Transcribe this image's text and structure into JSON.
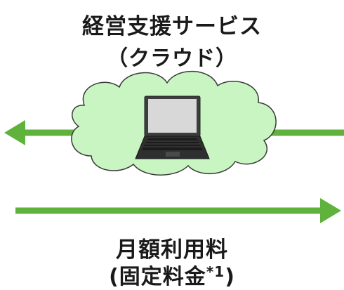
{
  "service": {
    "title": "経営支援サービス",
    "subtitle": "（クラウド）"
  },
  "fee": {
    "title": "月額利用料",
    "subtitle_open": "(固定料金",
    "subtitle_sup": "*1",
    "subtitle_close": ")"
  },
  "colors": {
    "arrow": "#5fb33d",
    "cloud_fill": "#c8f5c1",
    "cloud_stroke": "#3a3a3a",
    "text": "#1a1a1a"
  },
  "icons": {
    "cloud": "cloud-icon",
    "laptop": "laptop-icon"
  }
}
